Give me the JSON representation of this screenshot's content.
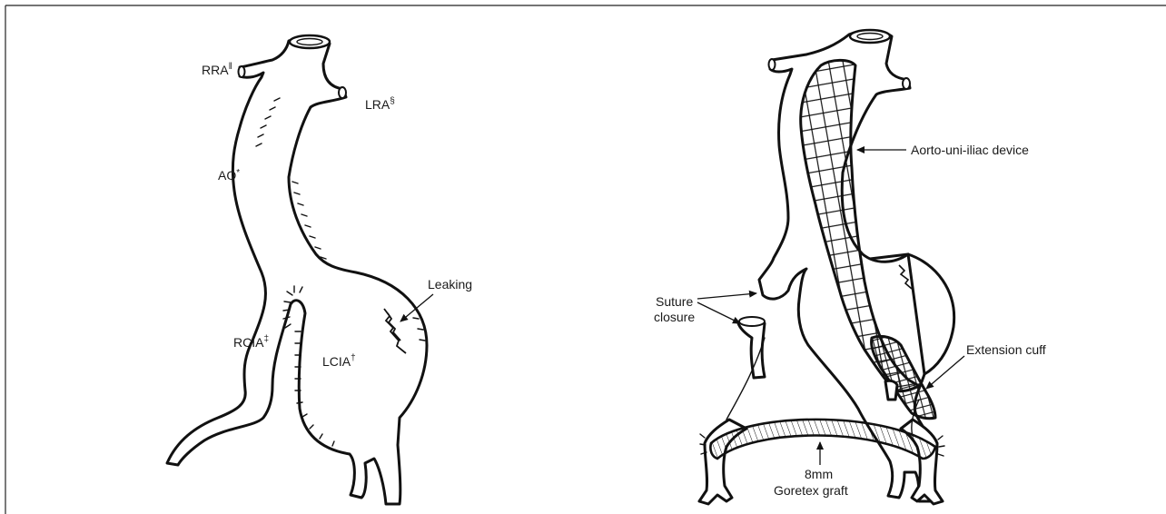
{
  "left_panel": {
    "labels": {
      "rra": "RRA",
      "rra_sup": "‖",
      "lra": "LRA",
      "lra_sup": "§",
      "ao": "AO",
      "ao_sup": "*",
      "rcia": "RCIA",
      "rcia_sup": "‡",
      "lcia": "LCIA",
      "lcia_sup": "†",
      "leaking": "Leaking"
    }
  },
  "right_panel": {
    "labels": {
      "device": "Aorto-uni-iliac device",
      "suture_line1": "Suture",
      "suture_line2": "closure",
      "cuff": "Extension cuff",
      "graft_line1": "8mm",
      "graft_line2": "Goretex graft"
    }
  }
}
